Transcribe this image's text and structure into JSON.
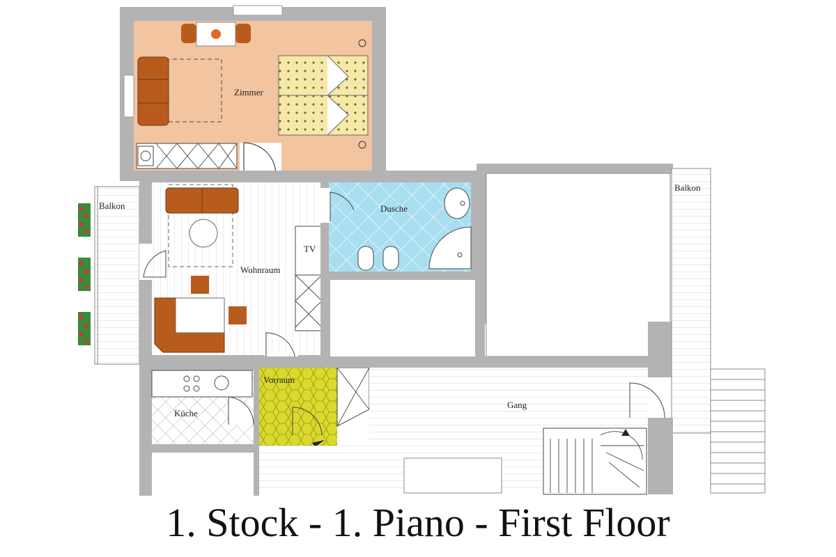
{
  "rooms": {
    "zimmer": "Zimmer",
    "balkon_left": "Balkon",
    "balkon_right": "Balkon",
    "dusche": "Dusche",
    "wohnraum": "Wohnraum",
    "tv": "TV",
    "vorraum": "Vorraum",
    "kueche": "Küche",
    "gang": "Gang"
  },
  "caption": "1. Stock - 1. Piano - First Floor",
  "colors": {
    "zimmer_floor": "#f2c4a0",
    "dusche_tile": "#a8def0",
    "vorraum_tile": "#d9d92e",
    "furniture": "#b85c1e",
    "bed": "#f5e8a8",
    "wall": "#b3b3b3",
    "flowers": "#d8303a"
  }
}
